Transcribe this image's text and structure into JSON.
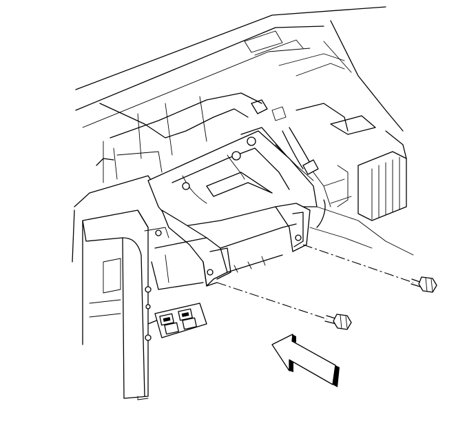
{
  "figure": {
    "subject": "bolt-installation-illustration",
    "fasteners": [
      "upper-bolt",
      "lower-bolt"
    ],
    "direction": "left",
    "colors": {
      "line": "#000000",
      "background": "#ffffff"
    }
  }
}
